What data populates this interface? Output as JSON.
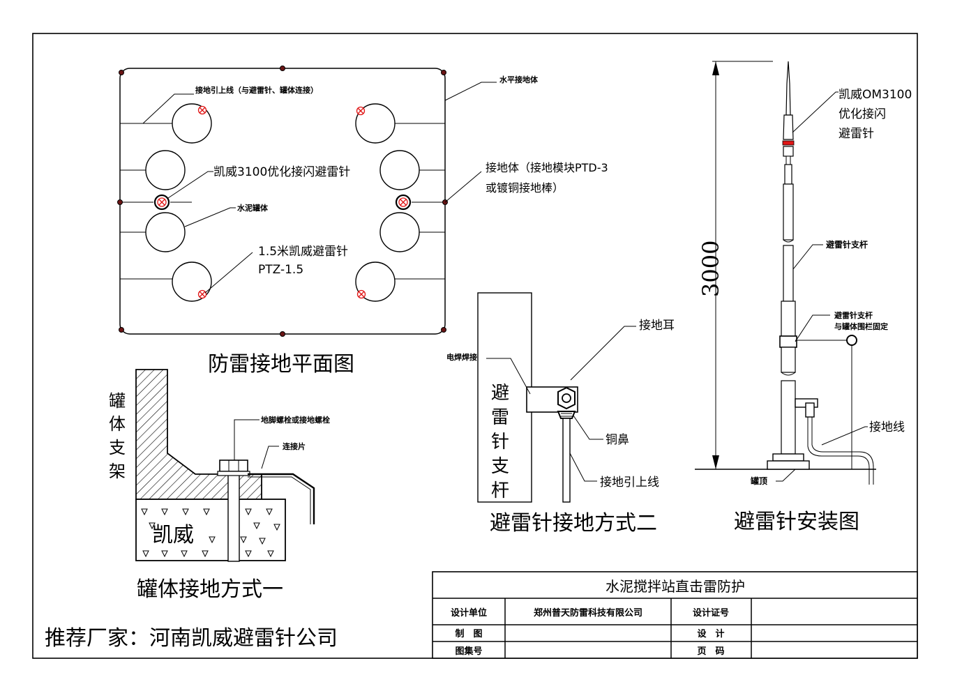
{
  "plan": {
    "title": "防雷接地平面图",
    "label_ground_lead": "接地引上线（与避雷针、罐体连接）",
    "label_horizontal": "水平接地体",
    "label_rod_3100": "凯威3100优化接闪避雷针",
    "label_ground_body_1": "接地体（接地模块PTD-3",
    "label_ground_body_2": "或镀铜接地棒）",
    "label_tank": "水泥罐体",
    "label_rod_15_1": "1.5米凯威避雷针",
    "label_rod_15_2": "PTZ-1.5",
    "colors": {
      "node": "#6b1515",
      "rod_marker": "#e01616"
    }
  },
  "method1": {
    "title": "罐体接地方式一",
    "label_support": [
      "罐",
      "体",
      "支",
      "架"
    ],
    "label_bolt": "地脚螺栓或接地螺栓",
    "label_plate": "连接片",
    "label_brand": "凯威"
  },
  "method2": {
    "title": "避雷针接地方式二",
    "label_pole": [
      "避",
      "雷",
      "针",
      "支",
      "杆"
    ],
    "label_weld": "电焊焊接",
    "label_ear": "接地耳",
    "label_nose": "铜鼻",
    "label_lead": "接地引上线"
  },
  "install": {
    "title": "避雷针安装图",
    "dimension": "3000",
    "label_rod": [
      "凯威OM3100",
      "优化接闪",
      "避雷针"
    ],
    "label_pole": "避雷针支杆",
    "label_fix_1": "避雷针支杆",
    "label_fix_2": "与罐体围栏固定",
    "label_ground_wire": "接地线",
    "label_top": "罐顶",
    "colors": {
      "ring": "#e01616"
    }
  },
  "recommend": "推荐厂家：河南凯威避雷针公司",
  "title_block": {
    "title": "水泥搅拌站直击雷防护",
    "design_unit_label": "设计单位",
    "design_unit_value": "郑州普天防雷科技有限公司",
    "cert_label": "设计证号",
    "drawn_label": "制　图",
    "design_label": "设　计",
    "atlas_label": "图集号",
    "page_label": "页　码"
  }
}
